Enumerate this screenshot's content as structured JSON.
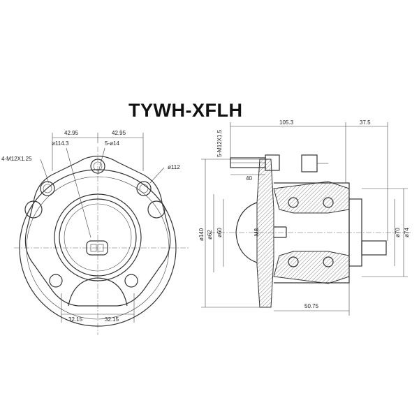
{
  "title": "TYWH-XFLH",
  "front_view": {
    "dim_top_left": "42.95",
    "dim_top_right": "42.95",
    "pcd": "ø114.3",
    "holes": "5-ø14",
    "thread": "4-M12X1.25",
    "outer": "ø112",
    "dim_bottom_left": "32.15",
    "dim_bottom_right": "32.15"
  },
  "side_view": {
    "bolts": "5-M12X1.5",
    "dim_total": "105.3",
    "dim_right": "37.5",
    "dim_stud": "40",
    "flange_dia": "ø140",
    "d62": "ø62",
    "d60": "ø60",
    "m8": "M8",
    "d70": "ø70",
    "d74": "ø74",
    "dim_bottom": "50.75"
  },
  "colors": {
    "line": "#333333",
    "text": "#222222",
    "background": "#ffffff"
  }
}
